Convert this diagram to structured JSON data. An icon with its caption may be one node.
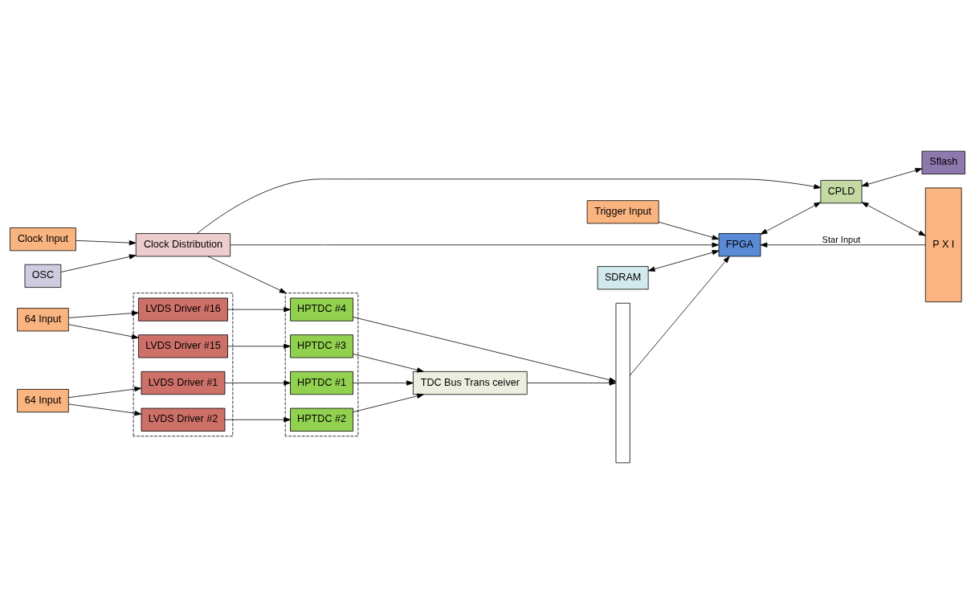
{
  "diagram": {
    "nodes": [
      {
        "text": [
          "64 Input"
        ]
      },
      {
        "text": [
          "64 Input"
        ]
      },
      {
        "text": [
          "Trigger Input"
        ]
      },
      {
        "text": [
          "Clock Input"
        ]
      },
      {
        "text": [],
        "shape": "box"
      },
      {
        "text": [
          "LVDS Driver #1"
        ],
        "in": 4
      },
      {
        "text": [
          "LVDS Driver #2"
        ],
        "in": 4
      },
      {
        "text": [
          "LVDS Driver #15"
        ],
        "in": 4
      },
      {
        "text": [
          "LVDS Driver #16"
        ],
        "in": 4
      },
      {
        "text": [],
        "shape": "box"
      },
      {
        "text": [
          "HPTDC #1"
        ],
        "in": 9
      },
      {
        "text": [
          "HPTDC #2"
        ],
        "in": 9
      },
      {
        "text": [
          "HPTDC #3"
        ],
        "in": 9
      },
      {
        "text": [
          "HPTDC #4"
        ],
        "in": 9
      },
      {
        "text": [
          "TDC Bus Trans ceiver"
        ]
      },
      {
        "text": [],
        "shape": "bar"
      },
      {
        "text": [
          "SDRAM"
        ]
      },
      {
        "text": [
          "FPGA"
        ]
      },
      {
        "text": [
          "CPLD"
        ]
      },
      {
        "text": [
          "Sflash"
        ]
      },
      {
        "text": [
          "P X I"
        ]
      },
      {
        "text": [
          "Clock Distribution"
        ]
      },
      {
        "text": [
          "OSC"
        ]
      }
    ],
    "edges": [
      {
        "from": 0,
        "to": 5,
        "arrow": "to"
      },
      {
        "from": 0,
        "to": 6,
        "arrow": "to"
      },
      {
        "from": 1,
        "to": 7,
        "arrow": "to"
      },
      {
        "from": 1,
        "to": 8,
        "arrow": "to"
      },
      {
        "from": 5,
        "to": 10,
        "arrow": "to"
      },
      {
        "from": 6,
        "to": 11,
        "arrow": "to"
      },
      {
        "from": 7,
        "to": 12,
        "arrow": "to"
      },
      {
        "from": 8,
        "to": 13,
        "arrow": "to"
      },
      {
        "from": 10,
        "to": 14,
        "arrow": "to"
      },
      {
        "from": 11,
        "to": 14,
        "arrow": "to"
      },
      {
        "from": 12,
        "to": 14,
        "arrow": "to"
      },
      {
        "from": 13,
        "to": 15,
        "arrow": "to"
      },
      {
        "from": 14,
        "to": 15,
        "arrow": "to"
      },
      {
        "from": 15,
        "to": 17,
        "arrow": "to"
      },
      {
        "from": 16,
        "to": 17,
        "arrow": "both"
      },
      {
        "from": 17,
        "to": 18,
        "arrow": "both"
      },
      {
        "from": 18,
        "to": 20,
        "arrow": "both"
      },
      {
        "from": 18,
        "to": 19,
        "arrow": "both"
      },
      {
        "from": 20,
        "to": 17,
        "arrow": "to",
        "label": "Star Input"
      },
      {
        "from": 2,
        "to": 17,
        "arrow": "to"
      },
      {
        "from": 3,
        "to": 21,
        "arrow": "to"
      },
      {
        "from": 22,
        "to": 21,
        "arrow": "to"
      },
      {
        "from": 21,
        "to": 9,
        "arrow": "to"
      },
      {
        "from": 21,
        "to": 17,
        "arrow": "to"
      },
      {
        "from": 21,
        "to": 18,
        "arrow": "to"
      }
    ]
  }
}
